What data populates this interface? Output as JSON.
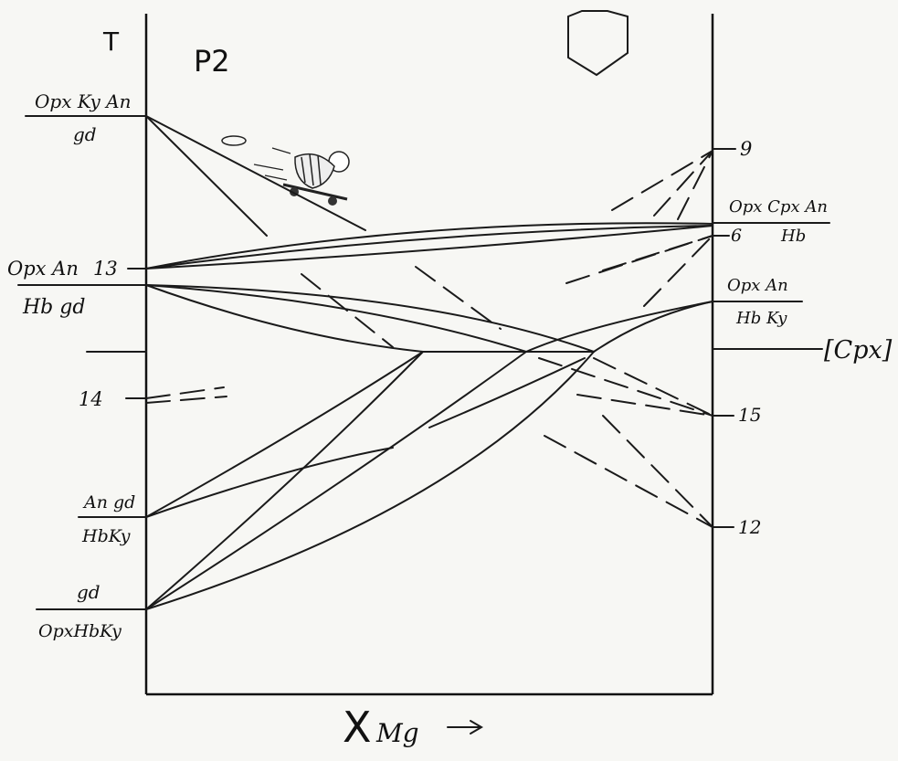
{
  "axis": {
    "t_label": "T",
    "x_label_main": "X",
    "x_label_sub": "Mg",
    "arrow": "→"
  },
  "panel_label": "P2",
  "left_labels": {
    "top_above": "Opx Ky An",
    "top_below": "gd",
    "opx_an": "Opx An",
    "n13": "13",
    "hb_gd": "Hb gd",
    "n14": "14",
    "an_gd": "An gd",
    "hbky": "HbKy",
    "gd": "gd",
    "opx_hb_ky": "OpxHbKy"
  },
  "right_labels": {
    "n9": "9",
    "opx_cpx_an": "Opx Cpx An",
    "n6": "6",
    "hb": "Hb",
    "opx_an": "Opx An",
    "hb_ky": "Hb Ky",
    "cpx_bracket": "[Cpx]",
    "n15": "15",
    "n12": "12"
  },
  "icons": [
    "shield-icon",
    "skateboarder-cartoon"
  ]
}
